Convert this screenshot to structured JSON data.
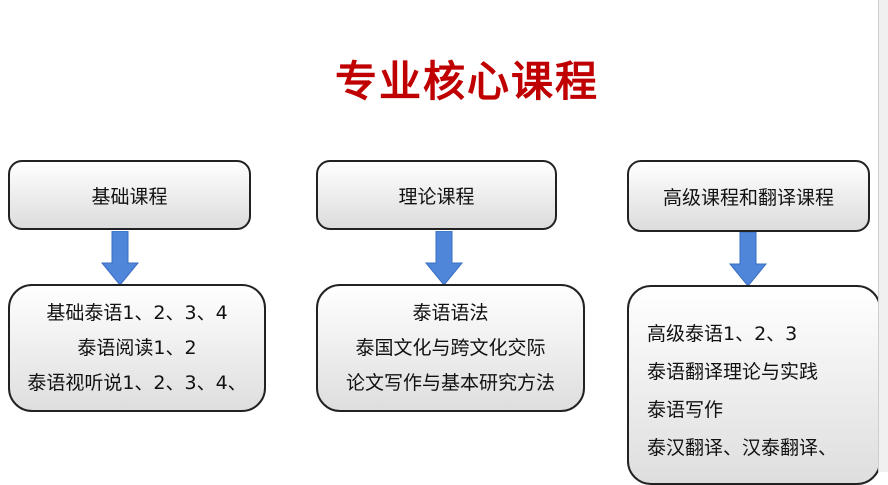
{
  "title": "专业核心课程",
  "columns": [
    {
      "heading": "基础课程",
      "items": [
        "基础泰语1、2、3、4",
        "泰语阅读1、2",
        "泰语视听说1、2、3、4、"
      ]
    },
    {
      "heading": "理论课程",
      "items": [
        "泰语语法",
        "泰国文化与跨文化交际",
        "论文写作与基本研究方法"
      ]
    },
    {
      "heading": "高级课程和翻译课程",
      "items": [
        "高级泰语1、2、3",
        "泰语翻译理论与实践",
        "泰语写作",
        "泰汉翻译、汉泰翻译、"
      ]
    }
  ],
  "colors": {
    "title": "#c00000",
    "arrow": "#4f86d9"
  }
}
